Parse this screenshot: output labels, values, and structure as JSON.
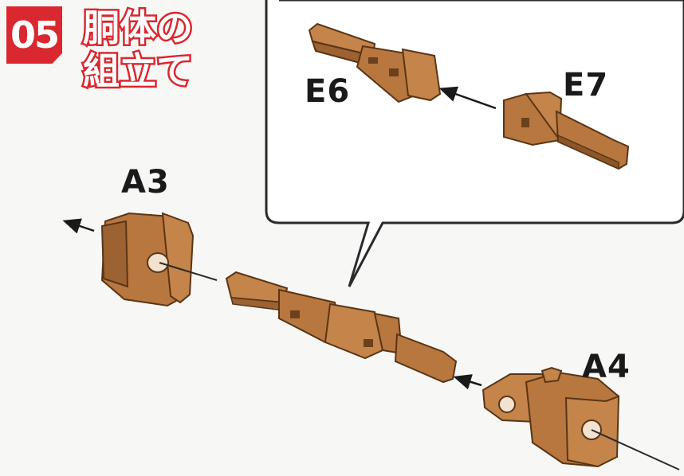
{
  "step": {
    "number": "05",
    "title_line1": "胴体の",
    "title_line2": "組立て"
  },
  "parts": {
    "e6": "E6",
    "e7": "E7",
    "a3": "A3",
    "a4": "A4"
  },
  "colors": {
    "accent_red": "#d9282f",
    "part_brown": "#b8773e",
    "part_brown_dark": "#7a4a22",
    "line_dark": "#1a1a1a"
  }
}
